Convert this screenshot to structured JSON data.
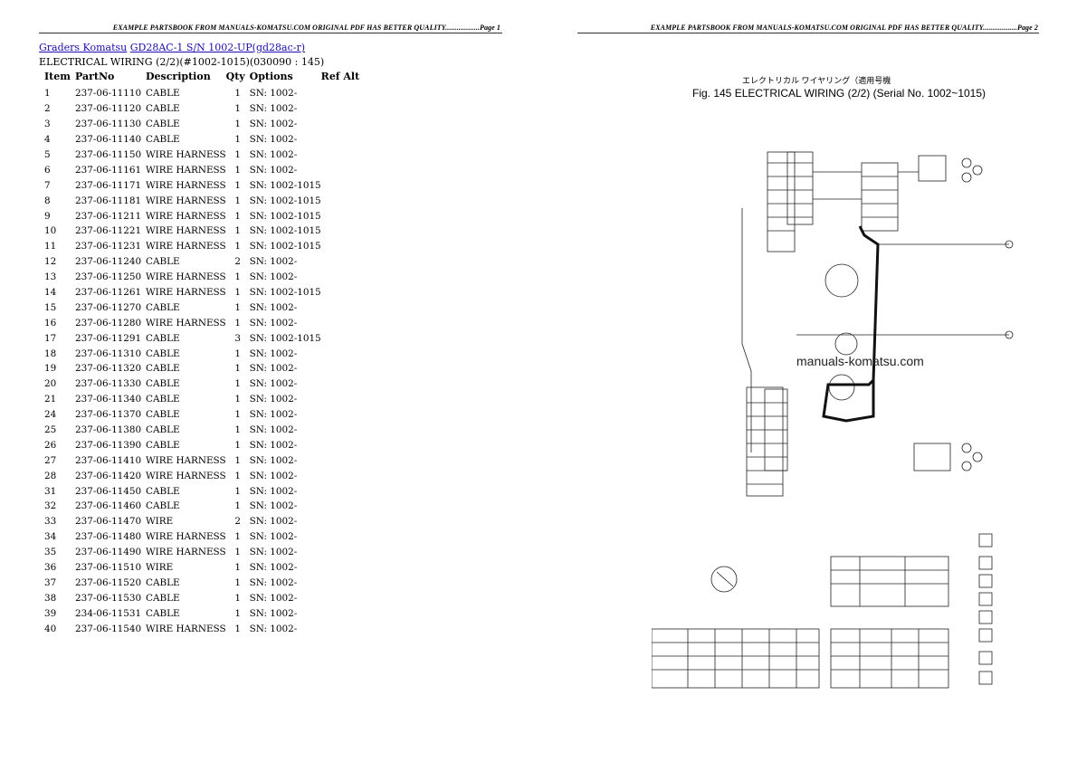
{
  "header": {
    "left_text": "EXAMPLE PARTSBOOK FROM MANUALS-KOMATSU.COM ORIGINAL PDF HAS BETTER QUALITY..................Page 1",
    "right_text": "EXAMPLE PARTSBOOK FROM MANUALS-KOMATSU.COM ORIGINAL PDF HAS BETTER QUALITY..................Page 2"
  },
  "breadcrumb": {
    "link1": "Graders Komatsu",
    "link2": "GD28AC-1 S/N 1002-UP(gd28ac-r)"
  },
  "subtitle": "ELECTRICAL WIRING (2/2)(#1002-1015)(030090 : 145)",
  "table": {
    "headers": {
      "item": "Item",
      "partno": "PartNo",
      "description": "Description",
      "qty": "Qty",
      "options": "Options",
      "refalt": "Ref Alt"
    },
    "rows": [
      {
        "item": "1",
        "partno": "237-06-11110",
        "desc": "CABLE",
        "qty": "1",
        "opt": "SN: 1002-"
      },
      {
        "item": "2",
        "partno": "237-06-11120",
        "desc": "CABLE",
        "qty": "1",
        "opt": "SN: 1002-"
      },
      {
        "item": "3",
        "partno": "237-06-11130",
        "desc": "CABLE",
        "qty": "1",
        "opt": "SN: 1002-"
      },
      {
        "item": "4",
        "partno": "237-06-11140",
        "desc": "CABLE",
        "qty": "1",
        "opt": "SN: 1002-"
      },
      {
        "item": "5",
        "partno": "237-06-11150",
        "desc": "WIRE HARNESS",
        "qty": "1",
        "opt": "SN: 1002-"
      },
      {
        "item": "6",
        "partno": "237-06-11161",
        "desc": "WIRE HARNESS",
        "qty": "1",
        "opt": "SN: 1002-"
      },
      {
        "item": "7",
        "partno": "237-06-11171",
        "desc": "WIRE HARNESS",
        "qty": "1",
        "opt": "SN: 1002-1015"
      },
      {
        "item": "8",
        "partno": "237-06-11181",
        "desc": "WIRE HARNESS",
        "qty": "1",
        "opt": "SN: 1002-1015"
      },
      {
        "item": "9",
        "partno": "237-06-11211",
        "desc": "WIRE HARNESS",
        "qty": "1",
        "opt": "SN: 1002-1015"
      },
      {
        "item": "10",
        "partno": "237-06-11221",
        "desc": "WIRE HARNESS",
        "qty": "1",
        "opt": "SN: 1002-1015"
      },
      {
        "item": "11",
        "partno": "237-06-11231",
        "desc": "WIRE HARNESS",
        "qty": "1",
        "opt": "SN: 1002-1015"
      },
      {
        "item": "12",
        "partno": "237-06-11240",
        "desc": "CABLE",
        "qty": "2",
        "opt": "SN: 1002-"
      },
      {
        "item": "13",
        "partno": "237-06-11250",
        "desc": "WIRE HARNESS",
        "qty": "1",
        "opt": "SN: 1002-"
      },
      {
        "item": "14",
        "partno": "237-06-11261",
        "desc": "WIRE HARNESS",
        "qty": "1",
        "opt": "SN: 1002-1015"
      },
      {
        "item": "15",
        "partno": "237-06-11270",
        "desc": "CABLE",
        "qty": "1",
        "opt": "SN: 1002-"
      },
      {
        "item": "16",
        "partno": "237-06-11280",
        "desc": "WIRE HARNESS",
        "qty": "1",
        "opt": "SN: 1002-"
      },
      {
        "item": "17",
        "partno": "237-06-11291",
        "desc": "CABLE",
        "qty": "3",
        "opt": "SN: 1002-1015"
      },
      {
        "item": "18",
        "partno": "237-06-11310",
        "desc": "CABLE",
        "qty": "1",
        "opt": "SN: 1002-"
      },
      {
        "item": "19",
        "partno": "237-06-11320",
        "desc": "CABLE",
        "qty": "1",
        "opt": "SN: 1002-"
      },
      {
        "item": "20",
        "partno": "237-06-11330",
        "desc": "CABLE",
        "qty": "1",
        "opt": "SN: 1002-"
      },
      {
        "item": "21",
        "partno": "237-06-11340",
        "desc": "CABLE",
        "qty": "1",
        "opt": "SN: 1002-"
      },
      {
        "item": "24",
        "partno": "237-06-11370",
        "desc": "CABLE",
        "qty": "1",
        "opt": "SN: 1002-"
      },
      {
        "item": "25",
        "partno": "237-06-11380",
        "desc": "CABLE",
        "qty": "1",
        "opt": "SN: 1002-"
      },
      {
        "item": "26",
        "partno": "237-06-11390",
        "desc": "CABLE",
        "qty": "1",
        "opt": "SN: 1002-"
      },
      {
        "item": "27",
        "partno": "237-06-11410",
        "desc": "WIRE HARNESS",
        "qty": "1",
        "opt": "SN: 1002-"
      },
      {
        "item": "28",
        "partno": "237-06-11420",
        "desc": "WIRE HARNESS",
        "qty": "1",
        "opt": "SN: 1002-"
      },
      {
        "item": "31",
        "partno": "237-06-11450",
        "desc": "CABLE",
        "qty": "1",
        "opt": "SN: 1002-"
      },
      {
        "item": "32",
        "partno": "237-06-11460",
        "desc": "CABLE",
        "qty": "1",
        "opt": "SN: 1002-"
      },
      {
        "item": "33",
        "partno": "237-06-11470",
        "desc": "WIRE",
        "qty": "2",
        "opt": "SN: 1002-"
      },
      {
        "item": "34",
        "partno": "237-06-11480",
        "desc": "WIRE HARNESS",
        "qty": "1",
        "opt": "SN: 1002-"
      },
      {
        "item": "35",
        "partno": "237-06-11490",
        "desc": "WIRE HARNESS",
        "qty": "1",
        "opt": "SN: 1002-"
      },
      {
        "item": "36",
        "partno": "237-06-11510",
        "desc": "WIRE",
        "qty": "1",
        "opt": "SN: 1002-"
      },
      {
        "item": "37",
        "partno": "237-06-11520",
        "desc": "CABLE",
        "qty": "1",
        "opt": "SN: 1002-"
      },
      {
        "item": "38",
        "partno": "237-06-11530",
        "desc": "CABLE",
        "qty": "1",
        "opt": "SN: 1002-"
      },
      {
        "item": "39",
        "partno": "234-06-11531",
        "desc": "CABLE",
        "qty": "1",
        "opt": "SN: 1002-"
      },
      {
        "item": "40",
        "partno": "237-06-11540",
        "desc": "WIRE HARNESS",
        "qty": "1",
        "opt": "SN: 1002-"
      }
    ]
  },
  "diagram": {
    "title_jp": "エレクトリカル ワイヤリング（適用号機",
    "title": "Fig. 145 ELECTRICAL WIRING (2/2) (Serial No. 1002~1015)",
    "watermark": "manuals-komatsu.com"
  }
}
